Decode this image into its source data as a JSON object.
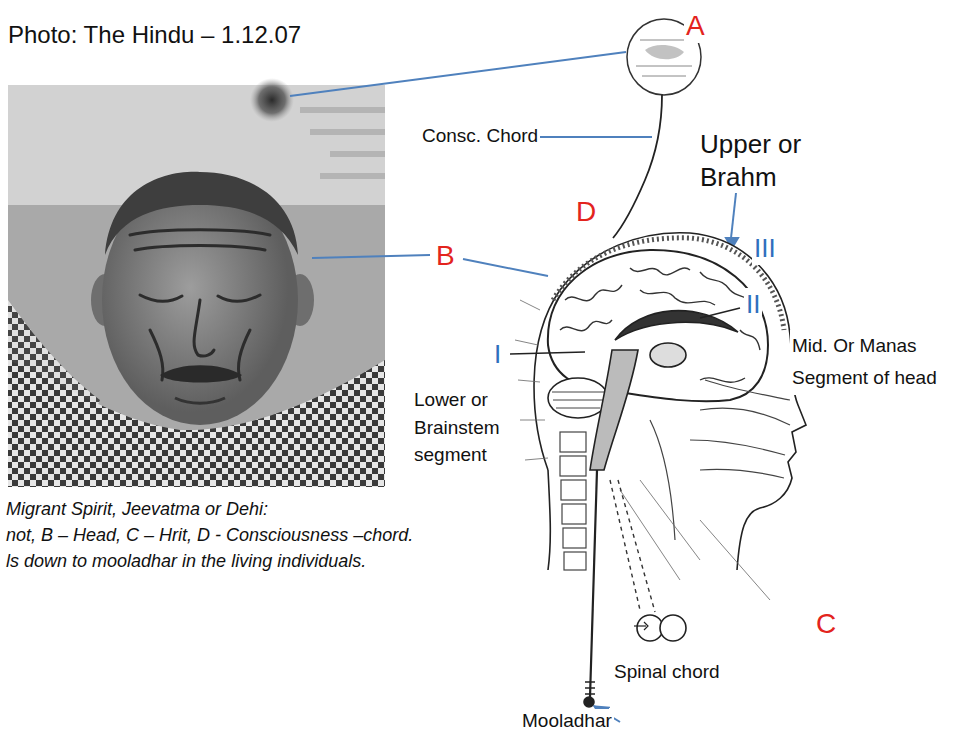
{
  "diagram": {
    "labels": [
      "Photo: The Hindu – 1.12.07",
      "A",
      "Consc. Chord",
      "D",
      "Upper or Brahm",
      "B",
      "III",
      "II",
      "I",
      "Mid. Or Manas Segment of head",
      "Lower or Brainstem segment",
      "C",
      "Spinal chord",
      "Mooladhar",
      "Migrant Spirit, Jeevatma or Dehi:",
      "not,  B – Head, C – Hrit, D - Consciousness –chord.",
      "ls down to  mooladhar in the living individuals."
    ]
  }
}
